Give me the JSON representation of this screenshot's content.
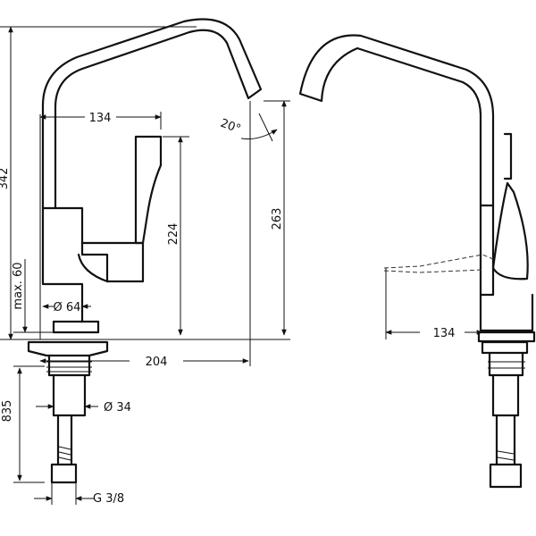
{
  "dimensions": {
    "height_total": "342",
    "spout_reach_top": "134",
    "swivel_angle": "20°",
    "lever_height": "224",
    "spout_height": "263",
    "max_deck": "max. 60",
    "base_diameter": "Ø 64",
    "base_reach": "204",
    "shank_diameter": "Ø 34",
    "hose_length": "835",
    "connection": "G 3/8",
    "side_reach": "134"
  }
}
